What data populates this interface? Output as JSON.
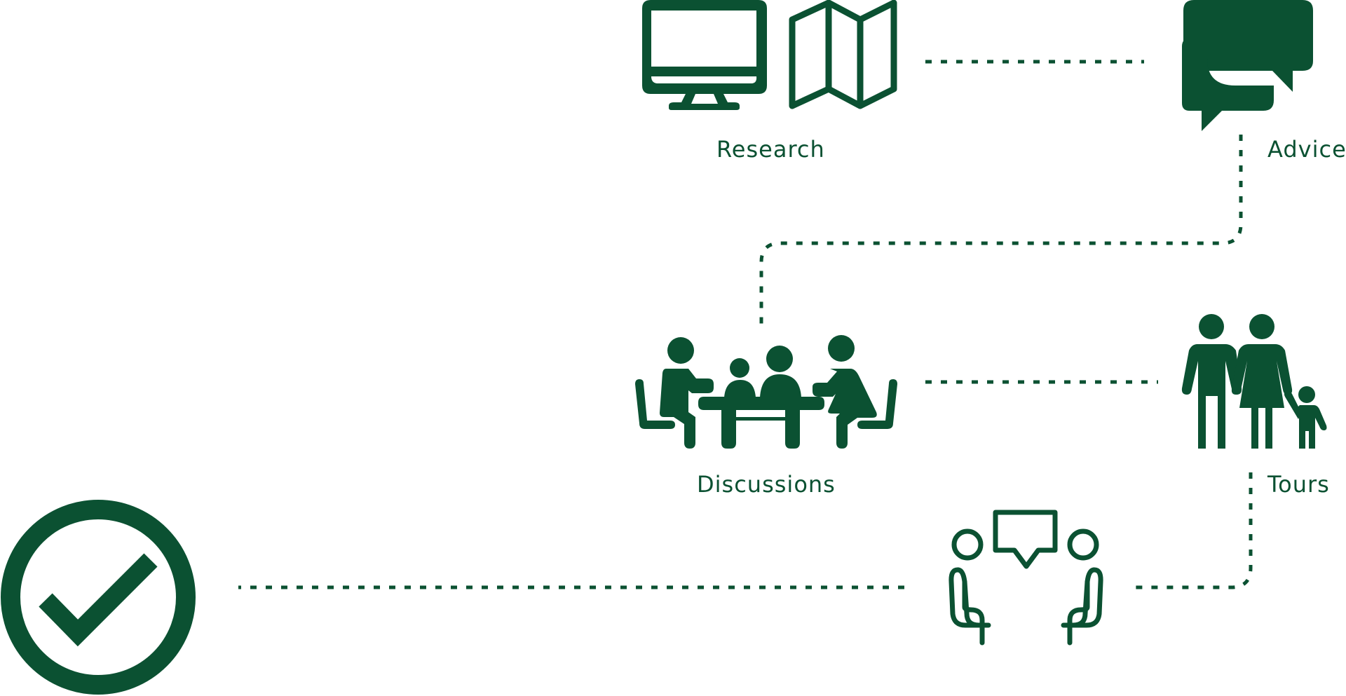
{
  "colors": {
    "accent": "#0b5132"
  },
  "steps": [
    {
      "label": "Research",
      "icons": [
        "monitor-icon",
        "map-icon"
      ]
    },
    {
      "label": "Advice",
      "icons": [
        "speech-bubbles-icon"
      ]
    },
    {
      "label": "Discussions",
      "icons": [
        "meeting-table-icon"
      ]
    },
    {
      "label": "Tours",
      "icons": [
        "family-icon"
      ]
    },
    {
      "label": "",
      "icons": [
        "conversation-icon"
      ]
    },
    {
      "label": "",
      "icons": [
        "checkmark-circle-icon"
      ]
    }
  ]
}
